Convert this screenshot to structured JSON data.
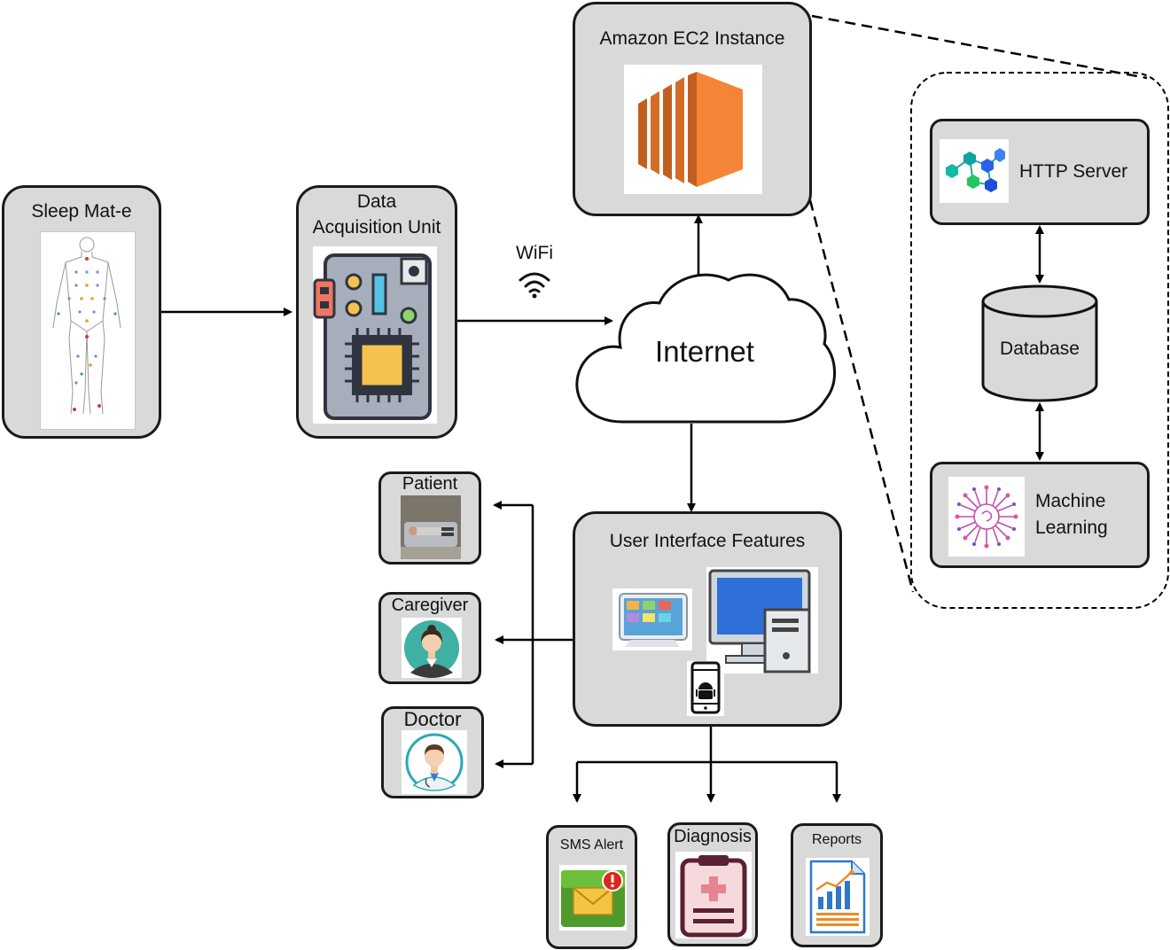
{
  "labels": {
    "sleep_mat": "Sleep Mat-e",
    "daq_line1": "Data",
    "daq_line2": "Acquisition Unit",
    "wifi": "WiFi",
    "internet": "Internet",
    "ec2": "Amazon EC2 Instance",
    "http_server": "HTTP Server",
    "database": "Database",
    "ml_line1": "Machine",
    "ml_line2": "Learning",
    "ui_features": "User Interface Features",
    "patient": "Patient",
    "caregiver": "Caregiver",
    "doctor": "Doctor",
    "sms_alert": "SMS Alert",
    "diagnosis": "Diagnosis",
    "reports": "Reports"
  },
  "colors": {
    "box_fill": "#d9d9d9",
    "border": "#1a1a1a",
    "aws_orange": "#f58536",
    "aws_orange_dark": "#c35f1e"
  },
  "icons": [
    "body-map-icon",
    "circuit-board-icon",
    "wifi-icon",
    "cloud-icon",
    "aws-ec2-icon",
    "network-nodes-icon",
    "database-cylinder-icon",
    "ai-brain-icon",
    "tablet-icon",
    "desktop-computer-icon",
    "android-phone-icon",
    "patient-photo-icon",
    "caregiver-avatar-icon",
    "doctor-avatar-icon",
    "sms-alert-icon",
    "clipboard-icon",
    "report-chart-icon"
  ]
}
